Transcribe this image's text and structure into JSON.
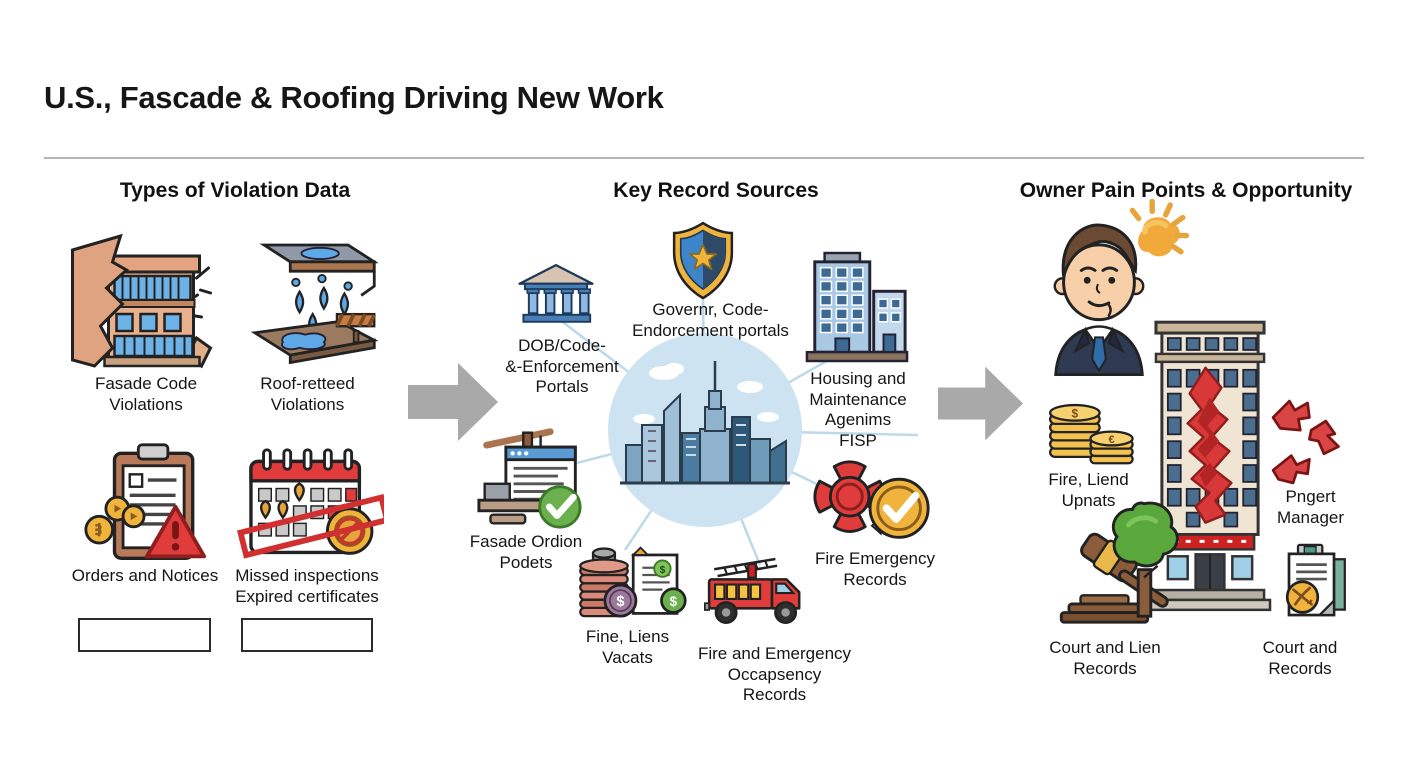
{
  "title": "U.S., Fascade & Roofing Driving New Work",
  "colors": {
    "circle_blue": "#cde3f2",
    "connector_blue": "#bcd9ea",
    "flow_arrow_gray": "#a9a9a9",
    "alert_red": "#d93b3b",
    "coin_gold": "#f2c14e",
    "check_green": "#6ab04c"
  },
  "glyphs": {
    "dollar": "$",
    "euro": "€"
  },
  "violations": {
    "header": "Types of Violation Data",
    "items": [
      {
        "icon": "cracked-facade-building-icon",
        "label": "Fasade Code\nViolations"
      },
      {
        "icon": "leaking-roof-icon",
        "label": "Roof-retteed\nViolations"
      },
      {
        "icon": "clipboard-warning-icon",
        "label": "Orders and Notices"
      },
      {
        "icon": "calendar-missed-icon",
        "label": "Missed inspections\nExpired certificates"
      }
    ]
  },
  "sources": {
    "header": "Key Record Sources",
    "items": [
      {
        "icon": "shield-star-icon",
        "label": "Governr, Code-\nEndorcement portals"
      },
      {
        "icon": "bank-building-icon",
        "label": "DOB/Code-\n&-Enforcement\nPortals"
      },
      {
        "icon": "apartment-buildings-icon",
        "label": "Housing and\nMaintenance\nAgenims\nFISP"
      },
      {
        "icon": "facade-order-portal-icon",
        "label": "Fasade Ordion\nPodets"
      },
      {
        "icon": "fines-liens-icon",
        "label": "Fine, Liens\nVacats"
      },
      {
        "icon": "fire-truck-icon",
        "label": "Fire and Emergency\nOccapsency\nRecords"
      },
      {
        "icon": "fire-department-badge-icon",
        "label": "Fire Emergency\nRecords"
      }
    ]
  },
  "opportunity": {
    "header": "Owner Pain Points & Opportunity",
    "items": [
      {
        "icon": "coin-stacks-icon",
        "label": "Fire, Liend\nUpnats"
      },
      {
        "icon": "red-arrows-icon",
        "label": "Pngert\nManager"
      },
      {
        "icon": "gavel-icon",
        "label": "Court and Lien\nRecords"
      },
      {
        "icon": "court-records-document-icon",
        "label": "Court and\nRecords"
      }
    ]
  }
}
